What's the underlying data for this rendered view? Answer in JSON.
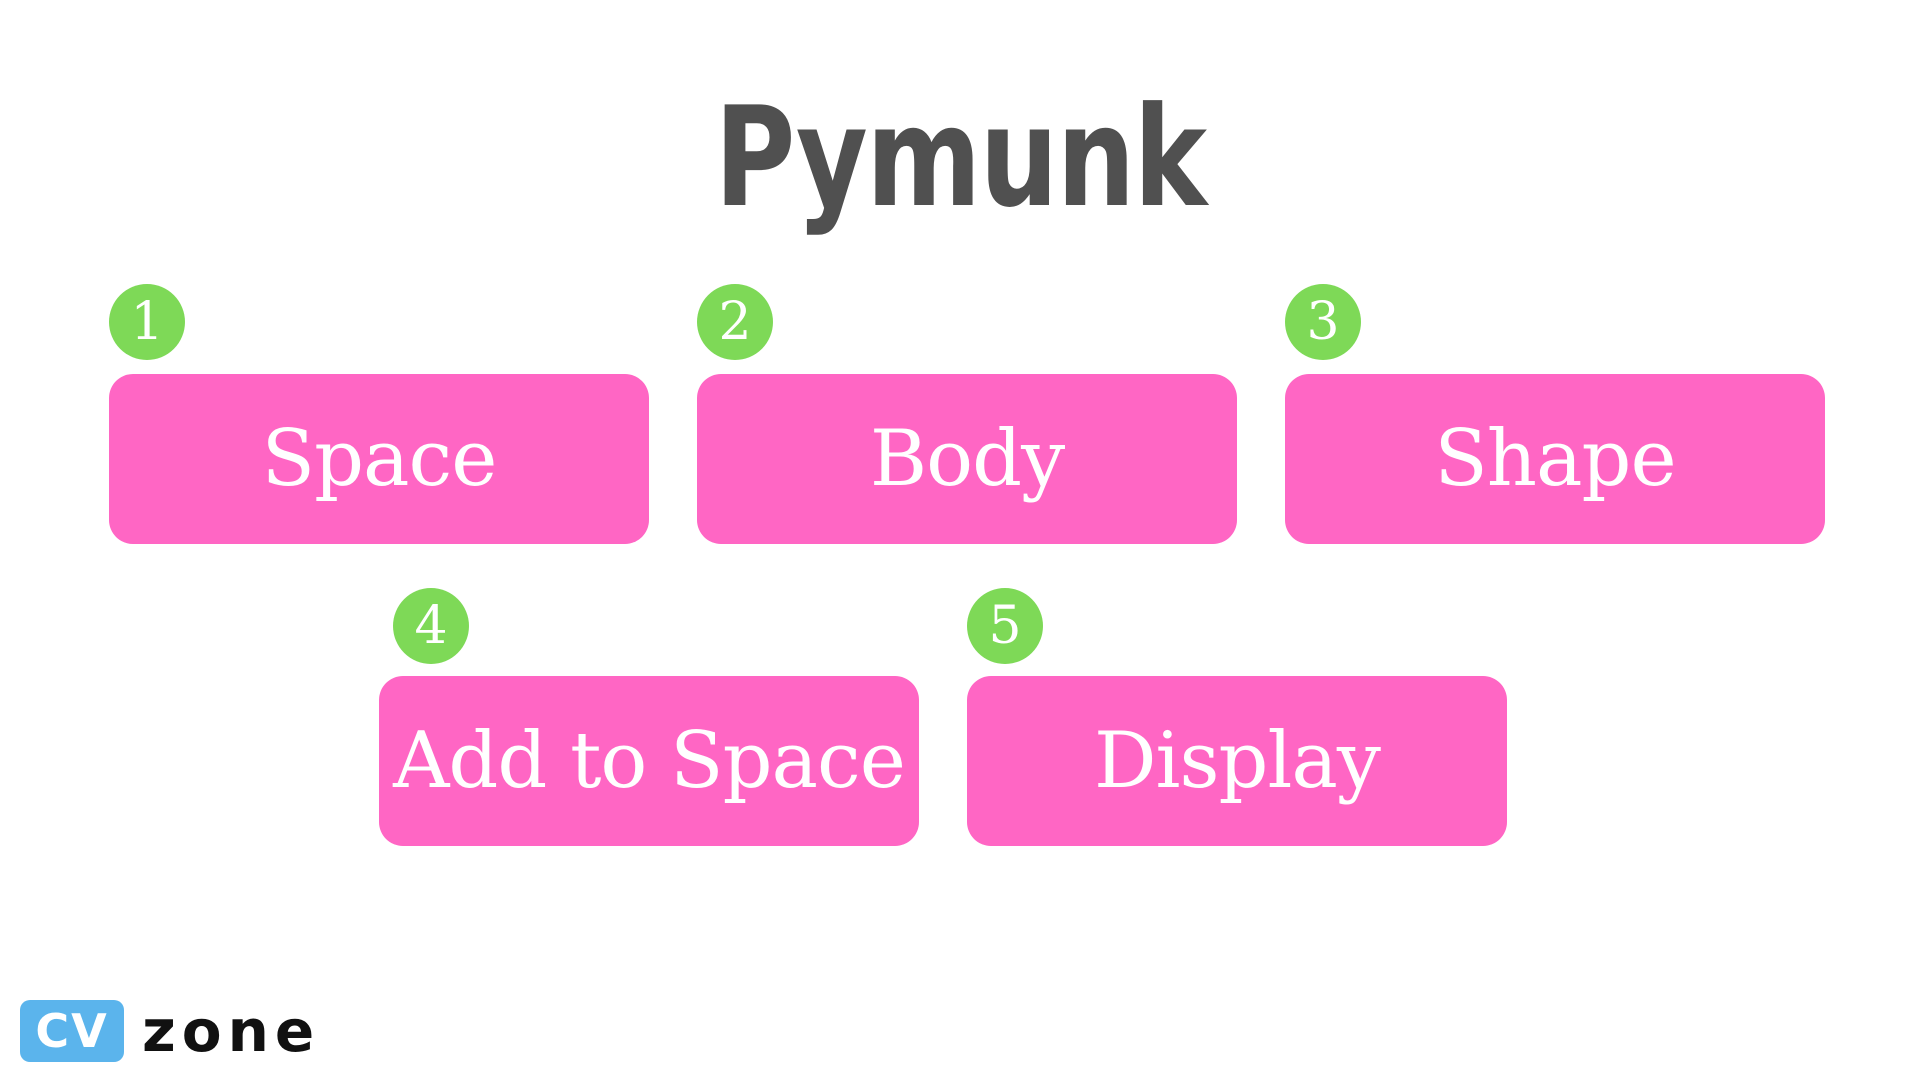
{
  "title": "Pymunk",
  "steps": [
    {
      "number": "1",
      "label": "Space"
    },
    {
      "number": "2",
      "label": "Body"
    },
    {
      "number": "3",
      "label": "Shape"
    },
    {
      "number": "4",
      "label": "Add to Space"
    },
    {
      "number": "5",
      "label": "Display"
    }
  ],
  "logo": {
    "cv": "CV",
    "zone": "zone"
  },
  "colors": {
    "title": "#505050",
    "box": "#ff66c4",
    "badge": "#7ed957",
    "logo_accent": "#5bb4ec"
  }
}
